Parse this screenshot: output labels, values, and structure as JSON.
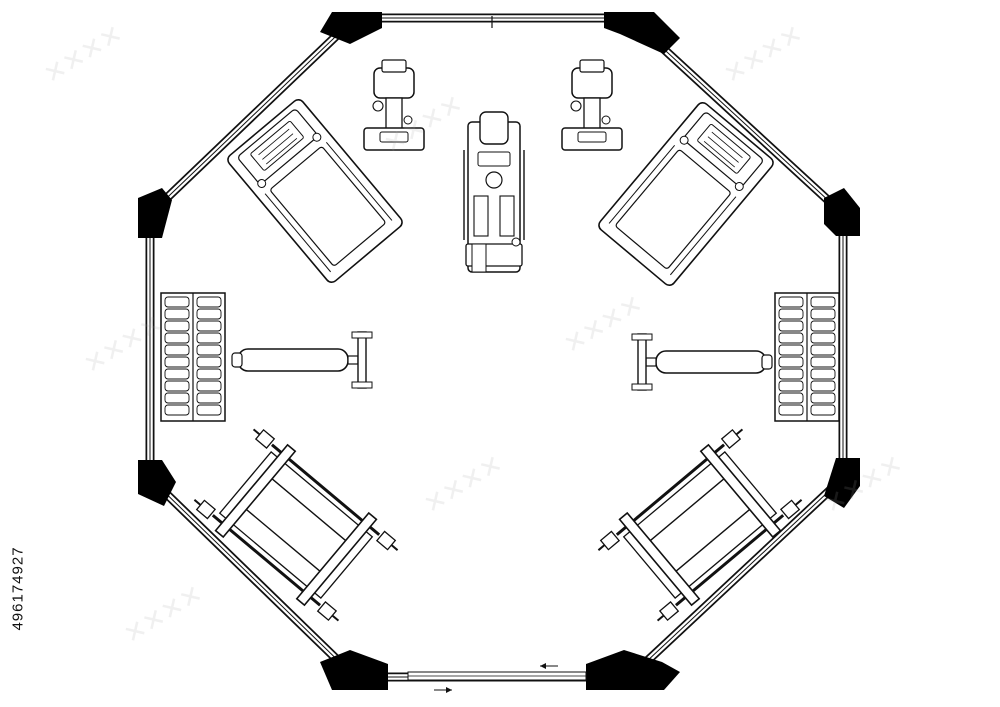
{
  "stock_id": "496174927",
  "watermark": {
    "mark": "stock-watermark"
  },
  "colors": {
    "line": "#111111",
    "wall": "#000000",
    "background": "#ffffff"
  },
  "equipment": [
    "treadmill-left",
    "treadmill-right",
    "exercise-bike-left",
    "exercise-bike-right",
    "elliptical-trainer",
    "dumbbell-rack-left",
    "dumbbell-rack-right",
    "weight-bench-left",
    "weight-bench-right",
    "squat-rack-left",
    "squat-rack-right"
  ],
  "doors": [
    "door-top",
    "door-bottom"
  ]
}
